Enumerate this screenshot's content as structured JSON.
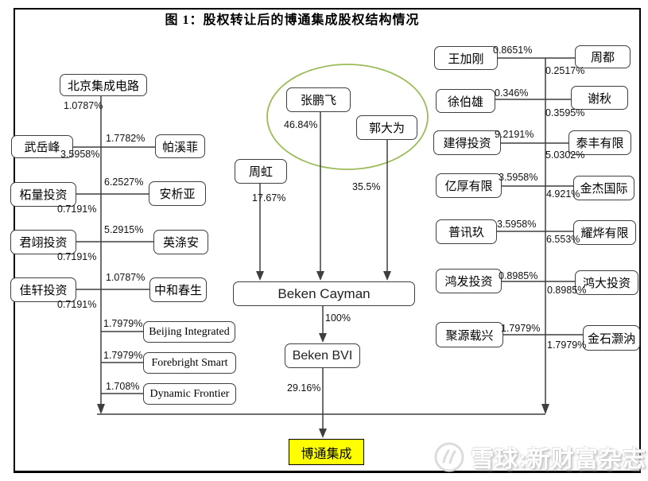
{
  "title": "图 1：股权转让后的博通集成股权结构情况",
  "left": {
    "root": {
      "label": "北京集成电路",
      "pct": "1.0787%"
    },
    "rows": [
      {
        "holder": "武岳峰",
        "holder_pct": "3.5958%",
        "company": "帕溪菲",
        "company_pct": "1.7782%"
      },
      {
        "holder": "柘量投资",
        "holder_pct": "0.7191%",
        "company": "安析亚",
        "company_pct": "6.2527%"
      },
      {
        "holder": "君翊投资",
        "holder_pct": "0.7191%",
        "company": "英涤安",
        "company_pct": "5.2915%"
      },
      {
        "holder": "佳轩投资",
        "holder_pct": "0.7191%",
        "company": "中和春生",
        "company_pct": "1.0787%"
      }
    ],
    "en_rows": [
      {
        "company": "Beijing Integrated",
        "pct": "1.7979%"
      },
      {
        "company": "Forebright Smart",
        "pct": "1.7979%"
      },
      {
        "company": "Dynamic Frontier",
        "pct": "1.708%"
      }
    ]
  },
  "center": {
    "founders": [
      {
        "name": "张鹏飞",
        "pct": "46.84%"
      },
      {
        "name": "郭大为",
        "pct": "35.5%"
      },
      {
        "name": "周虹",
        "pct": "17.67%"
      }
    ],
    "cayman": "Beken Cayman",
    "cayman_to_bvi_pct": "100%",
    "bvi": "Beken BVI",
    "bvi_to_listco_pct": "29.16%",
    "listco": "博通集成"
  },
  "right": {
    "rows": [
      {
        "holder": "王加刚",
        "holder_pct": "0.8651%",
        "company": "周都",
        "company_pct": "0.2517%"
      },
      {
        "holder": "徐伯雄",
        "holder_pct": "0.346%",
        "company": "谢秋",
        "company_pct": "0.3595%"
      },
      {
        "holder": "建得投资",
        "holder_pct": "9.2191%",
        "company": "泰丰有限",
        "company_pct": "5.0302%"
      },
      {
        "holder": "亿厚有限",
        "holder_pct": "3.5958%",
        "company": "金杰国际",
        "company_pct": "4.921%"
      },
      {
        "holder": "普讯玖",
        "holder_pct": "3.5958%",
        "company": "耀烨有限",
        "company_pct": "6.553%"
      },
      {
        "holder": "鸿发投资",
        "holder_pct": "0.8985%",
        "company": "鸿大投资",
        "company_pct": "0.8985%"
      },
      {
        "holder": "聚源载兴",
        "holder_pct": "1.7979%",
        "company": "金石灏汭",
        "company_pct": "1.7979%"
      }
    ]
  },
  "watermark": {
    "source": "雪球:新财富杂志"
  },
  "colors": {
    "highlight": "#ffff00",
    "ellipse_stroke": "#9bbb59",
    "line": "#3f3f3f"
  }
}
